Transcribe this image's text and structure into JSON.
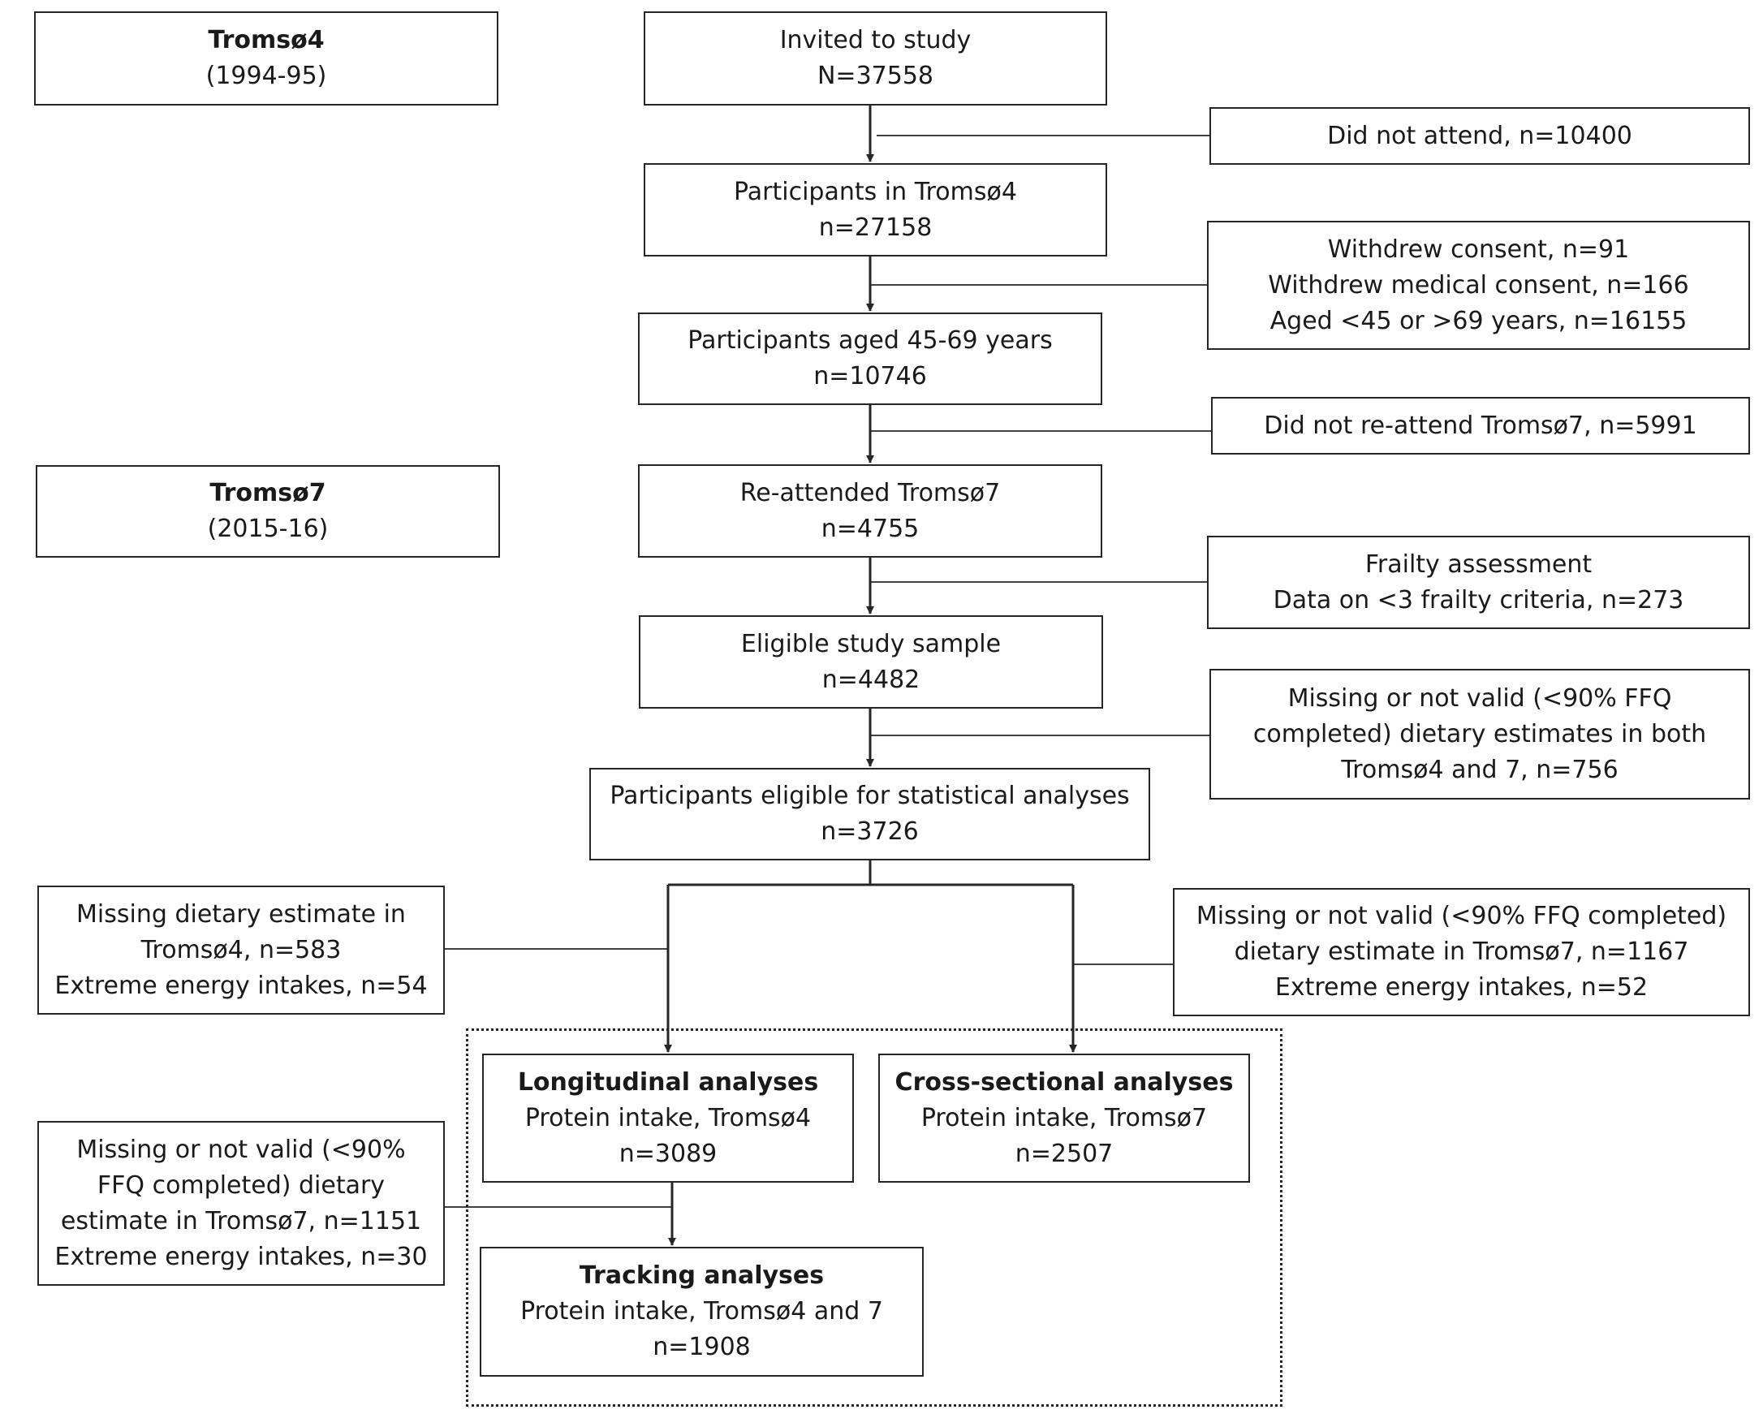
{
  "phases": {
    "t4": {
      "title": "Tromsø4",
      "years": "(1994-95)"
    },
    "t7": {
      "title": "Tromsø7",
      "years": "(2015-16)"
    }
  },
  "flow": {
    "invited": [
      "Invited to study",
      "N=37558"
    ],
    "participants_t4": [
      "Participants in Tromsø4",
      "n=27158"
    ],
    "aged": [
      "Participants aged 45-69 years",
      "n=10746"
    ],
    "reattended": [
      "Re-attended Tromsø7",
      "n=4755"
    ],
    "eligible": [
      "Eligible study sample",
      "n=4482"
    ],
    "stat_eligible": [
      "Participants eligible for statistical analyses",
      "n=3726"
    ]
  },
  "exclusions": {
    "did_not_attend": [
      "Did not attend, n=10400"
    ],
    "withdrew": [
      "Withdrew consent, n=91",
      "Withdrew medical consent, n=166",
      "Aged <45 or >69 years, n=16155"
    ],
    "not_reattend": [
      "Did not re-attend Tromsø7, n=5991"
    ],
    "frailty": [
      "Frailty assessment",
      "Data on <3 frailty criteria, n=273"
    ],
    "missing_both": [
      "Missing or not valid (<90% FFQ",
      "completed) dietary estimates in both",
      "Tromsø4 and 7, n=756"
    ],
    "missing_t4": [
      "Missing dietary estimate in",
      "Tromsø4, n=583",
      "Extreme energy intakes, n=54"
    ],
    "missing_t7_cross": [
      "Missing or not valid (<90% FFQ completed)",
      "dietary estimate in Tromsø7, n=1167",
      "Extreme energy intakes, n=52"
    ],
    "missing_t7_track": [
      "Missing or not valid (<90%",
      "FFQ completed) dietary",
      "estimate in Tromsø7, n=1151",
      "Extreme energy intakes, n=30"
    ]
  },
  "analyses": {
    "longitudinal": {
      "title": "Longitudinal analyses",
      "lines": [
        "Protein intake, Tromsø4",
        "n=3089"
      ]
    },
    "cross": {
      "title": "Cross-sectional analyses",
      "lines": [
        "Protein intake, Tromsø7",
        "n=2507"
      ]
    },
    "tracking": {
      "title": "Tracking analyses",
      "lines": [
        "Protein intake, Tromsø4 and 7",
        "n=1908"
      ]
    }
  },
  "colors": {
    "line": "#262626",
    "text": "#1a1a1a"
  }
}
